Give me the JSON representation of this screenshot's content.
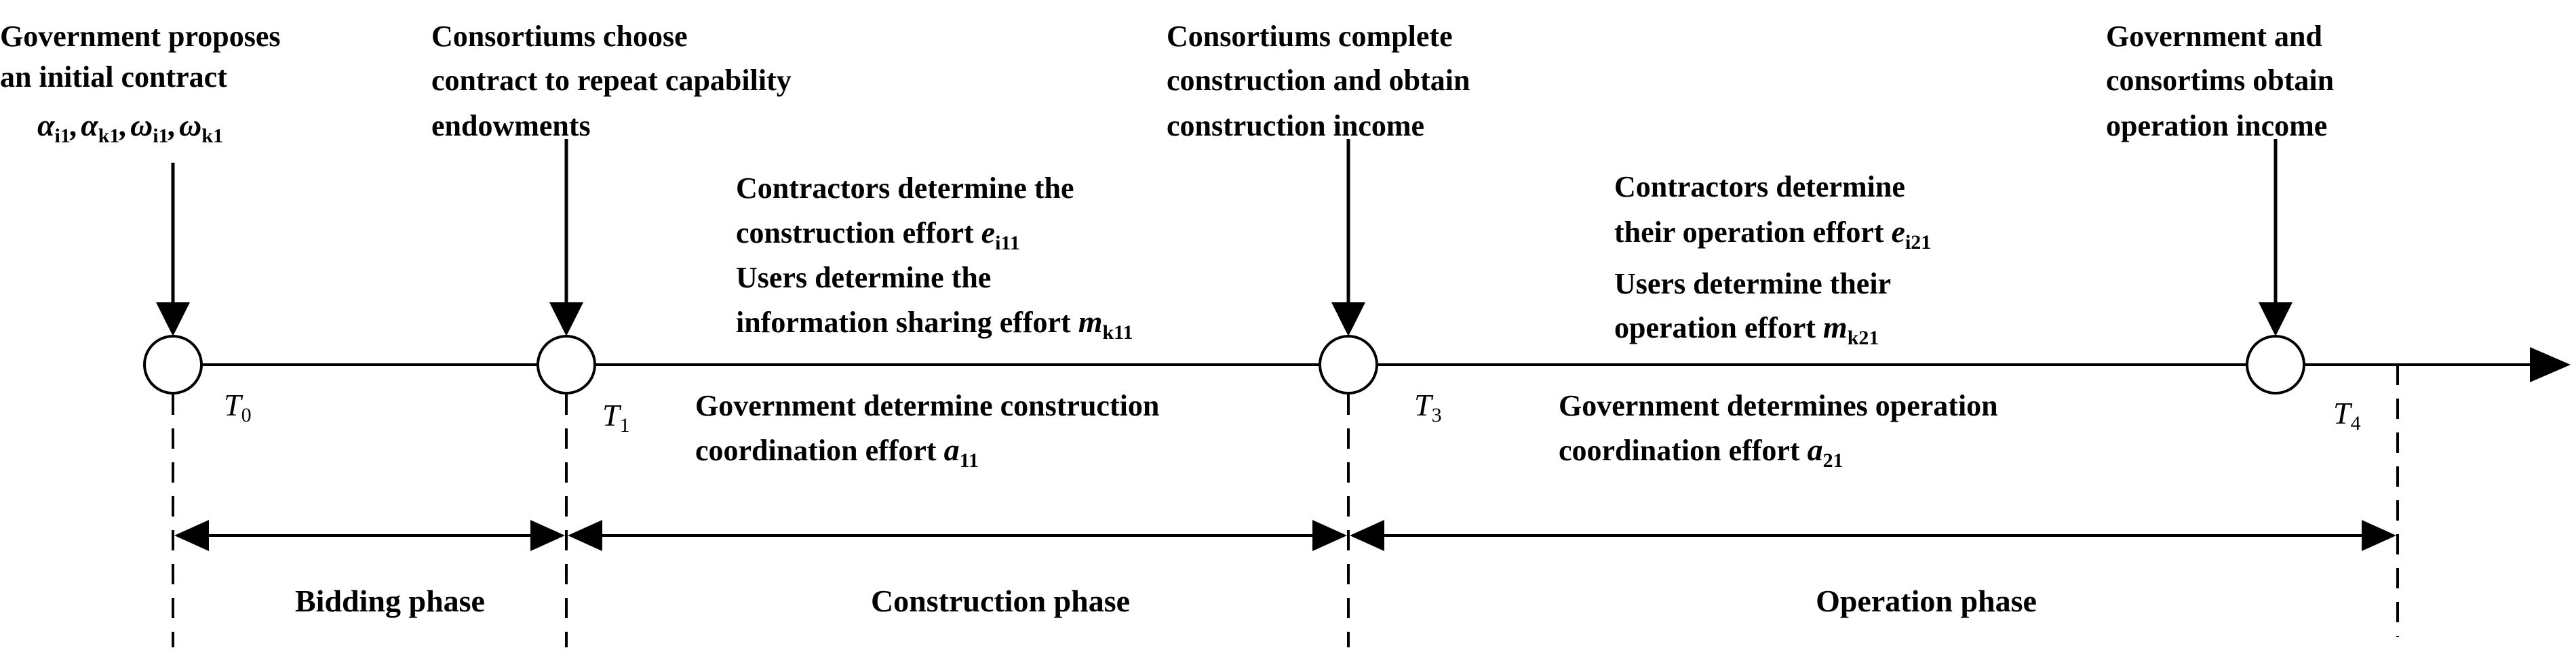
{
  "events": {
    "t0_text": [
      "Government proposes",
      "an initial contract"
    ],
    "t0_vars": [
      {
        "sym": "α",
        "sub": "i1",
        "sep": ","
      },
      {
        "sym": "α",
        "sub": "k1",
        "sep": ","
      },
      {
        "sym": "ω",
        "sub": "i1",
        "sep": ","
      },
      {
        "sym": "ω",
        "sub": "k1",
        "sep": ""
      }
    ],
    "t1_text": [
      "Consortiums choose",
      "contract to repeat capability",
      "endowments"
    ],
    "t3_text": [
      "Consortiums complete",
      "construction and obtain",
      "construction income"
    ],
    "t4_text": [
      "Government and",
      "consortims obtain",
      "operation income"
    ]
  },
  "construction": {
    "contractors": [
      "Contractors determine the",
      "construction effort "
    ],
    "contractors_var": {
      "sym": "e",
      "sub": "i11"
    },
    "users": [
      "Users determine the",
      "information sharing effort "
    ],
    "users_var": {
      "sym": "m",
      "sub": "k11"
    },
    "government": [
      "Government determine construction",
      "coordination effort "
    ],
    "government_var": {
      "sym": "a",
      "sub": "11"
    }
  },
  "operation": {
    "contractors": [
      "Contractors determine",
      "their operation effort "
    ],
    "contractors_var": {
      "sym": "e",
      "sub": "i21"
    },
    "users": [
      "Users determine their",
      "operation effort "
    ],
    "users_var": {
      "sym": "m",
      "sub": "k21"
    },
    "government": [
      "Government determines operation",
      "coordination effort "
    ],
    "government_var": {
      "sym": "a",
      "sub": "21"
    }
  },
  "time_points": [
    {
      "sym": "T",
      "sub": "0"
    },
    {
      "sym": "T",
      "sub": "1"
    },
    {
      "sym": "T",
      "sub": "3"
    },
    {
      "sym": "T",
      "sub": "4"
    }
  ],
  "phases": [
    "Bidding phase",
    "Construction phase",
    "Operation phase"
  ]
}
